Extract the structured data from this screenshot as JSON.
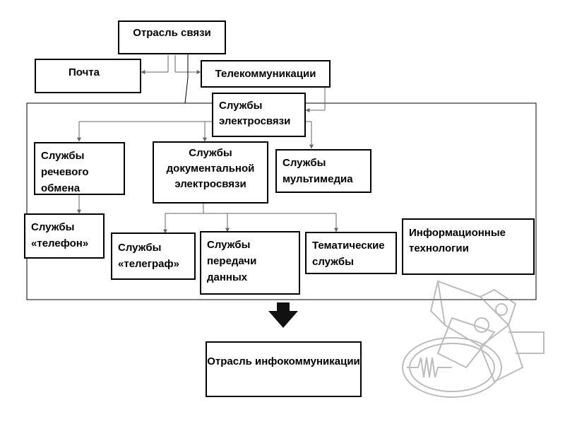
{
  "top": {
    "label": "Отрасль связи"
  },
  "left": {
    "label": "Почта"
  },
  "telecom": {
    "label": "Телекоммуникации"
  },
  "electro": {
    "label": "Службы электросвязи"
  },
  "speech": {
    "label": "Службы речевого обмена"
  },
  "document": {
    "label": "Службы документальной электросвязи"
  },
  "multimedia": {
    "label": "Службы мультимедиа"
  },
  "phone": {
    "label": "Службы «телефон»"
  },
  "telegraph": {
    "label": "Службы «телеграф»"
  },
  "data": {
    "label": "Службы передачи данных"
  },
  "thematic": {
    "label": "Тематические службы"
  },
  "it": {
    "label": "Информационные технологии"
  },
  "bottom": {
    "label": "Отрасль инфокоммуникации"
  },
  "watermark": {
    "icon": "satellite-watermark-icon"
  }
}
